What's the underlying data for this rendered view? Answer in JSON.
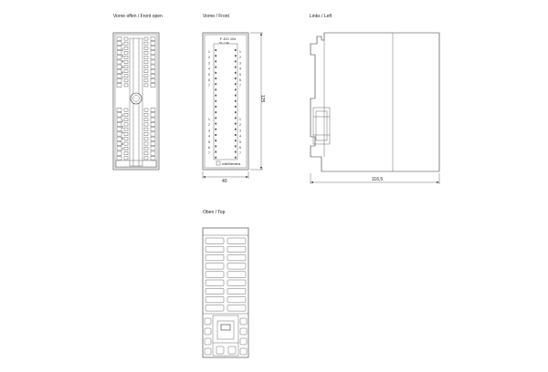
{
  "views": {
    "front_open": {
      "label": "Vorne offen / Front open"
    },
    "front": {
      "label": "Vorne / Front",
      "header_text": "F-DO 10x",
      "header_sub": "X1 = SF",
      "logo_text": "mitbSiemens"
    },
    "left": {
      "label": "Links / Left"
    },
    "top": {
      "label": "Oben / Top"
    }
  },
  "dimensions": {
    "width": "40",
    "height": "125",
    "depth": "116,5"
  },
  "terminal_numbers": [
    "1",
    "2",
    "3",
    "4",
    "5",
    "6",
    "7",
    "8",
    "9",
    "10"
  ]
}
